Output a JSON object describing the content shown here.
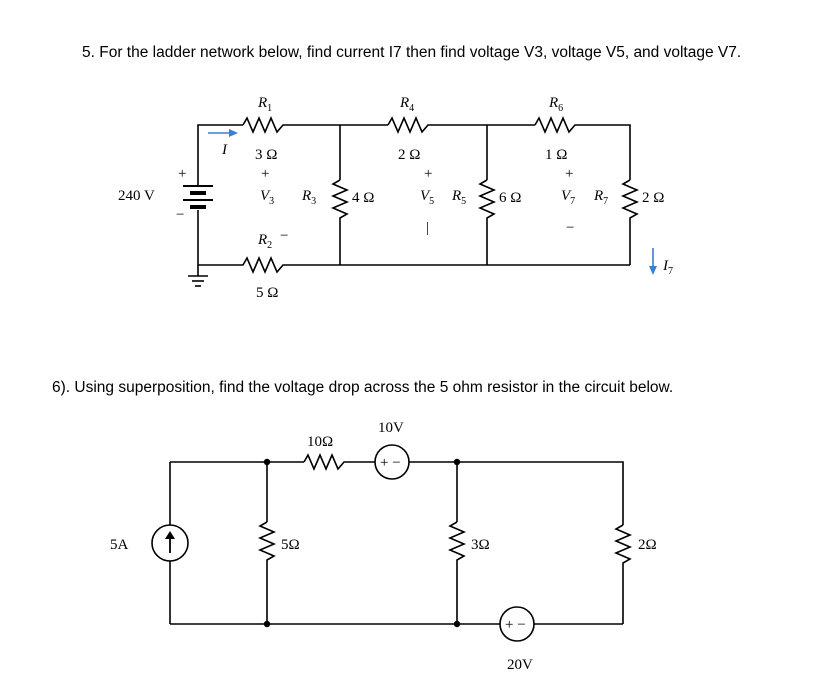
{
  "questions": {
    "q5": "5.   For the ladder network below, find current I7 then find voltage V3, voltage V5, and voltage V7.",
    "q6": "6). Using superposition, find the voltage drop across the 5 ohm resistor in the circuit below."
  },
  "ladder": {
    "source": {
      "value": "240 V",
      "plus": "+",
      "minus": "−"
    },
    "current_label": "I",
    "r1": {
      "name": "R",
      "sub": "1",
      "value": "3 Ω"
    },
    "r2": {
      "name": "R",
      "sub": "2",
      "value": "5 Ω"
    },
    "r3": {
      "name": "R",
      "sub": "3",
      "value": "4 Ω"
    },
    "r4": {
      "name": "R",
      "sub": "4",
      "value": "2 Ω"
    },
    "r5": {
      "name": "R",
      "sub": "5",
      "value": "6 Ω"
    },
    "r6": {
      "name": "R",
      "sub": "6",
      "value": "1 Ω"
    },
    "r7": {
      "name": "R",
      "sub": "7",
      "value": "2 Ω"
    },
    "v3": {
      "name": "V",
      "sub": "3",
      "plus": "+",
      "minus": "−"
    },
    "v5": {
      "name": "V",
      "sub": "5",
      "plus": "+",
      "minus": "|"
    },
    "v7": {
      "name": "V",
      "sub": "7",
      "plus": "+",
      "minus": "−"
    },
    "i7": {
      "name": "I",
      "sub": "7"
    }
  },
  "superposition": {
    "current_source": "5A",
    "r10": "10Ω",
    "r5": "5Ω",
    "r3": "3Ω",
    "r2": "2Ω",
    "v10": "10V",
    "v20": "20V",
    "src_sign": "+ −"
  }
}
